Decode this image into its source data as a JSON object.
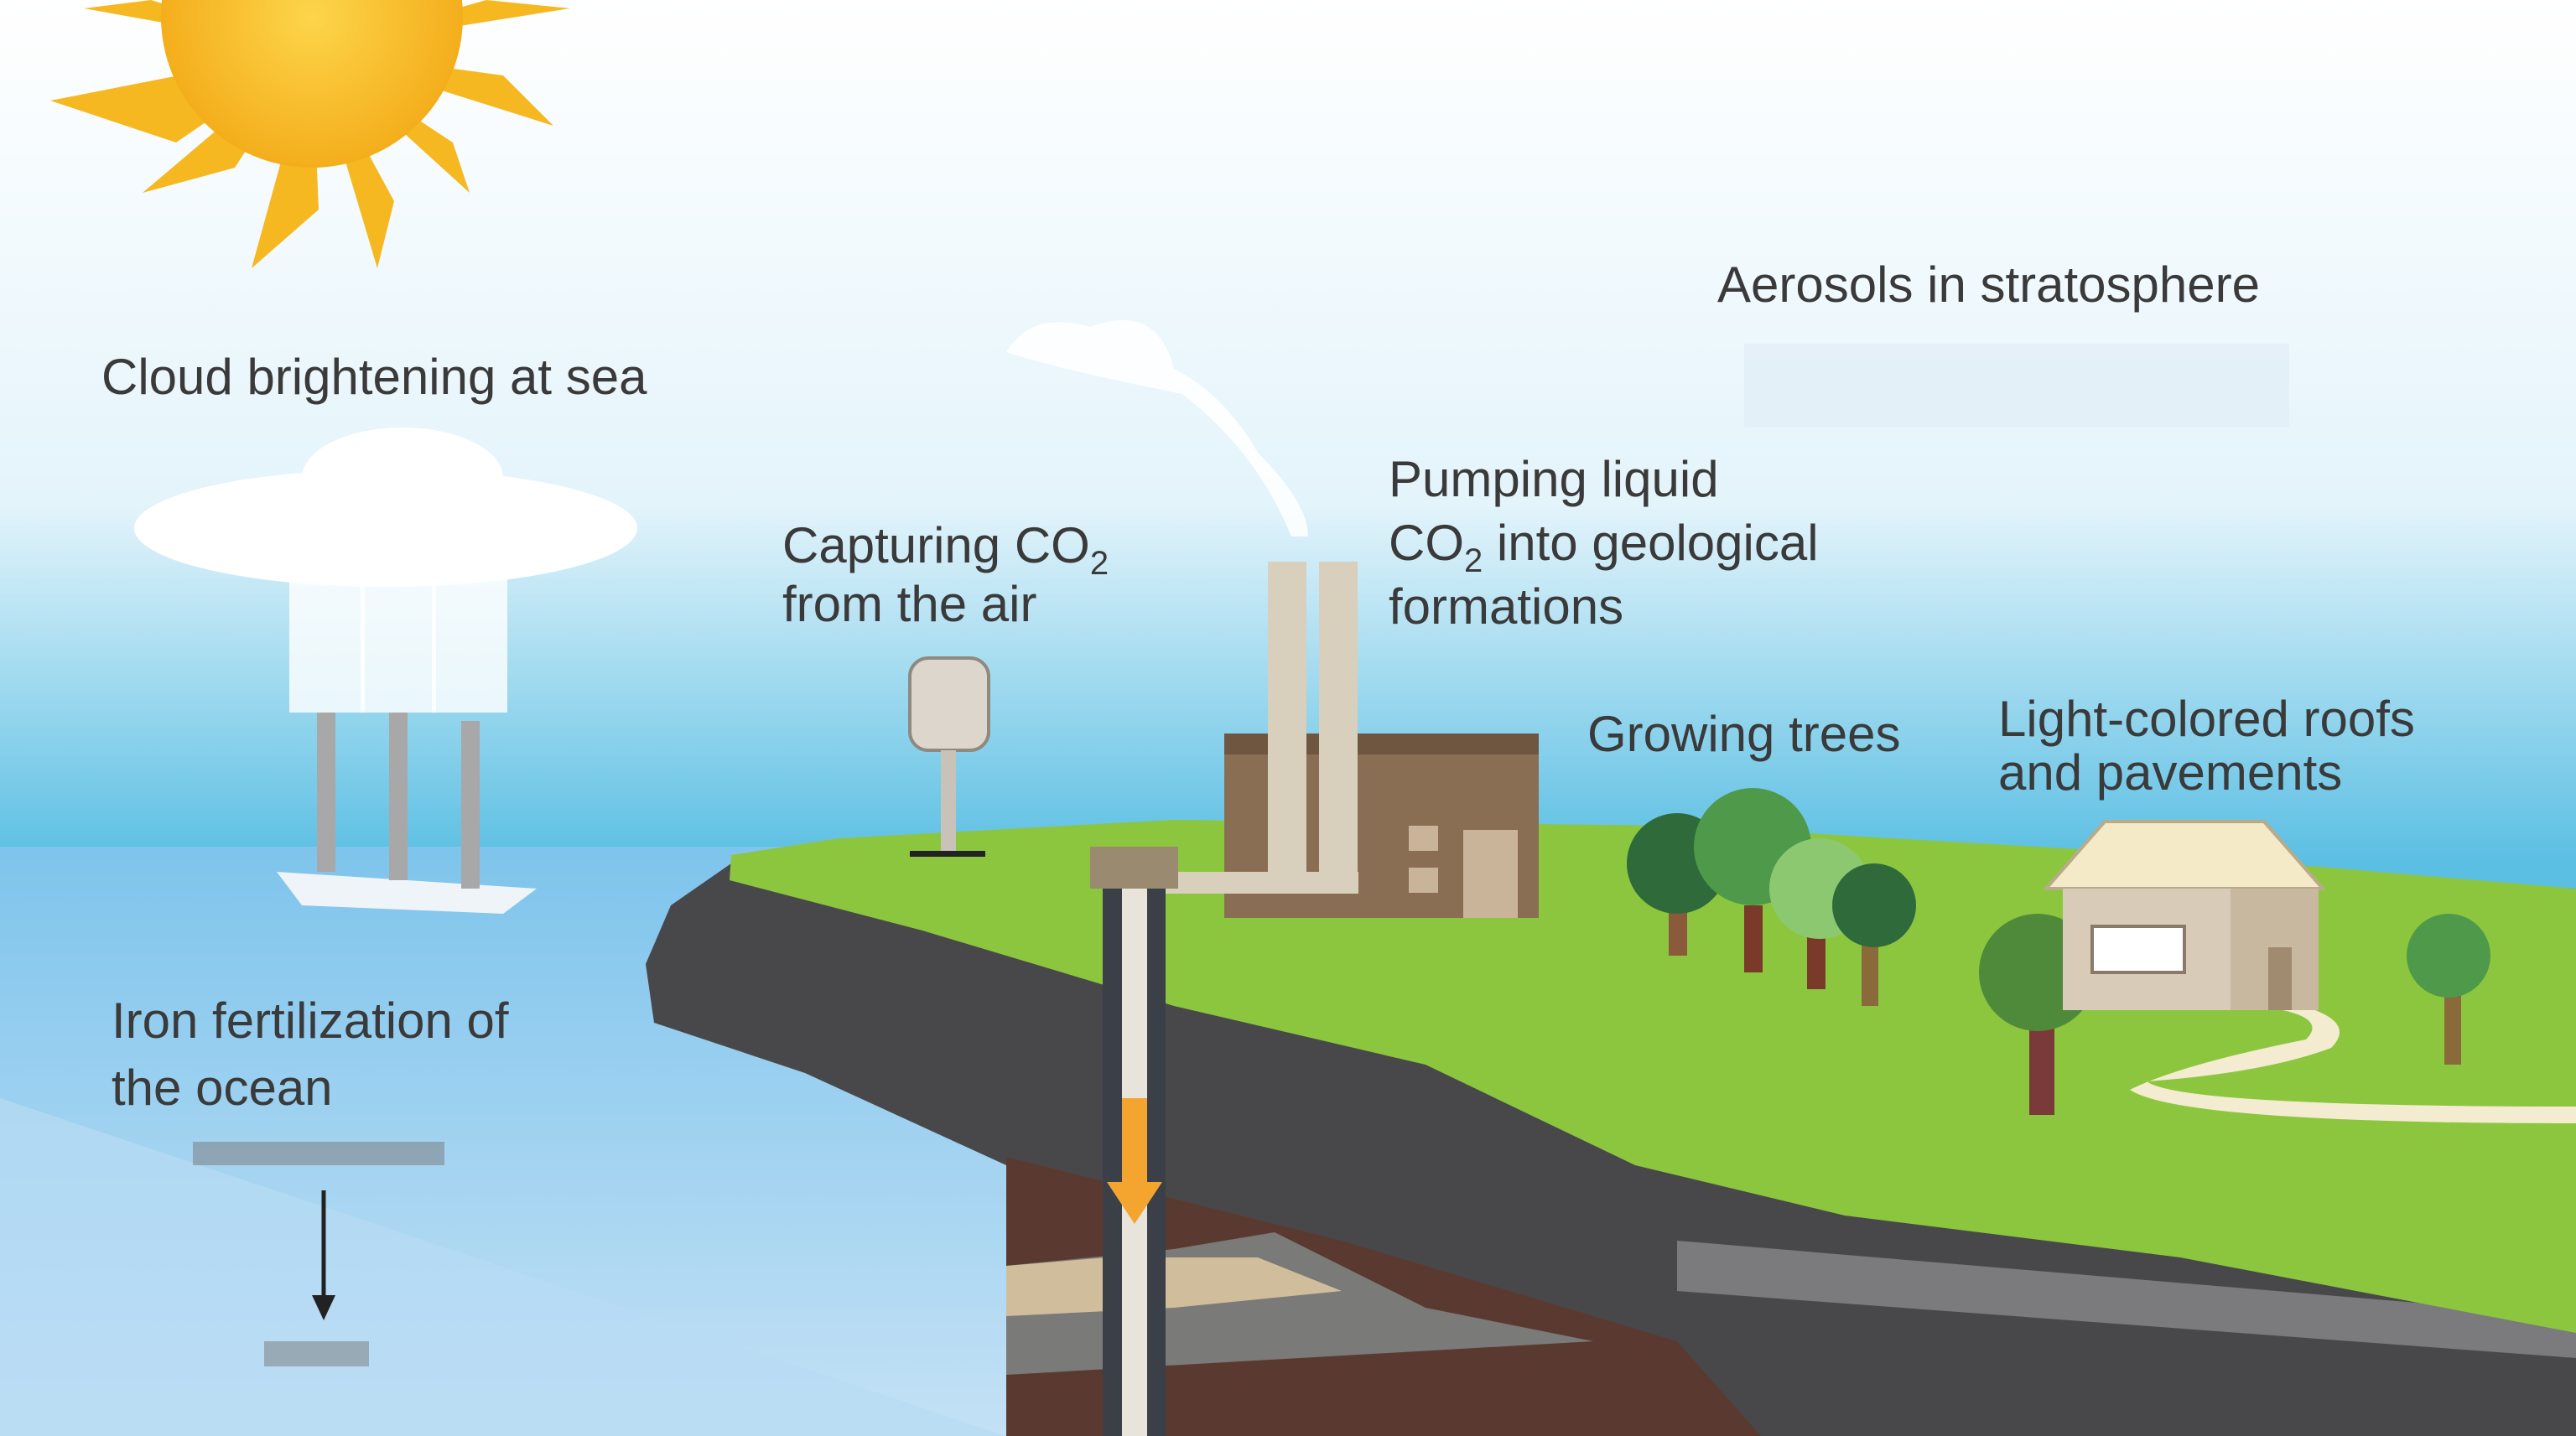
{
  "labels": {
    "cloud": "Cloud brightening at sea",
    "aerosols": "Aerosols in stratosphere",
    "pumping_line1": "Pumping liquid",
    "pumping_line2_pre": "CO",
    "pumping_line2_sub": "2",
    "pumping_line2_post": "into geological",
    "pumping_line3": "formations",
    "capturing_line1_pre": "Capturing CO",
    "capturing_line1_sub": "2",
    "capturing_line2": "from the air",
    "trees": "Growing trees",
    "roofs_line1": "Light-colored roofs",
    "roofs_line2": "and pavements",
    "iron_line1": "Iron fertilization of",
    "iron_line2": "the ocean"
  },
  "colors": {
    "sky_top": "#ffffff",
    "sky_bottom": "#5bbfe3",
    "sea": "#9fd0ee",
    "grass": "#8cc63f",
    "rock": "#4a4a4c",
    "sun": "#f6b820",
    "arrow": "#f3a530"
  }
}
